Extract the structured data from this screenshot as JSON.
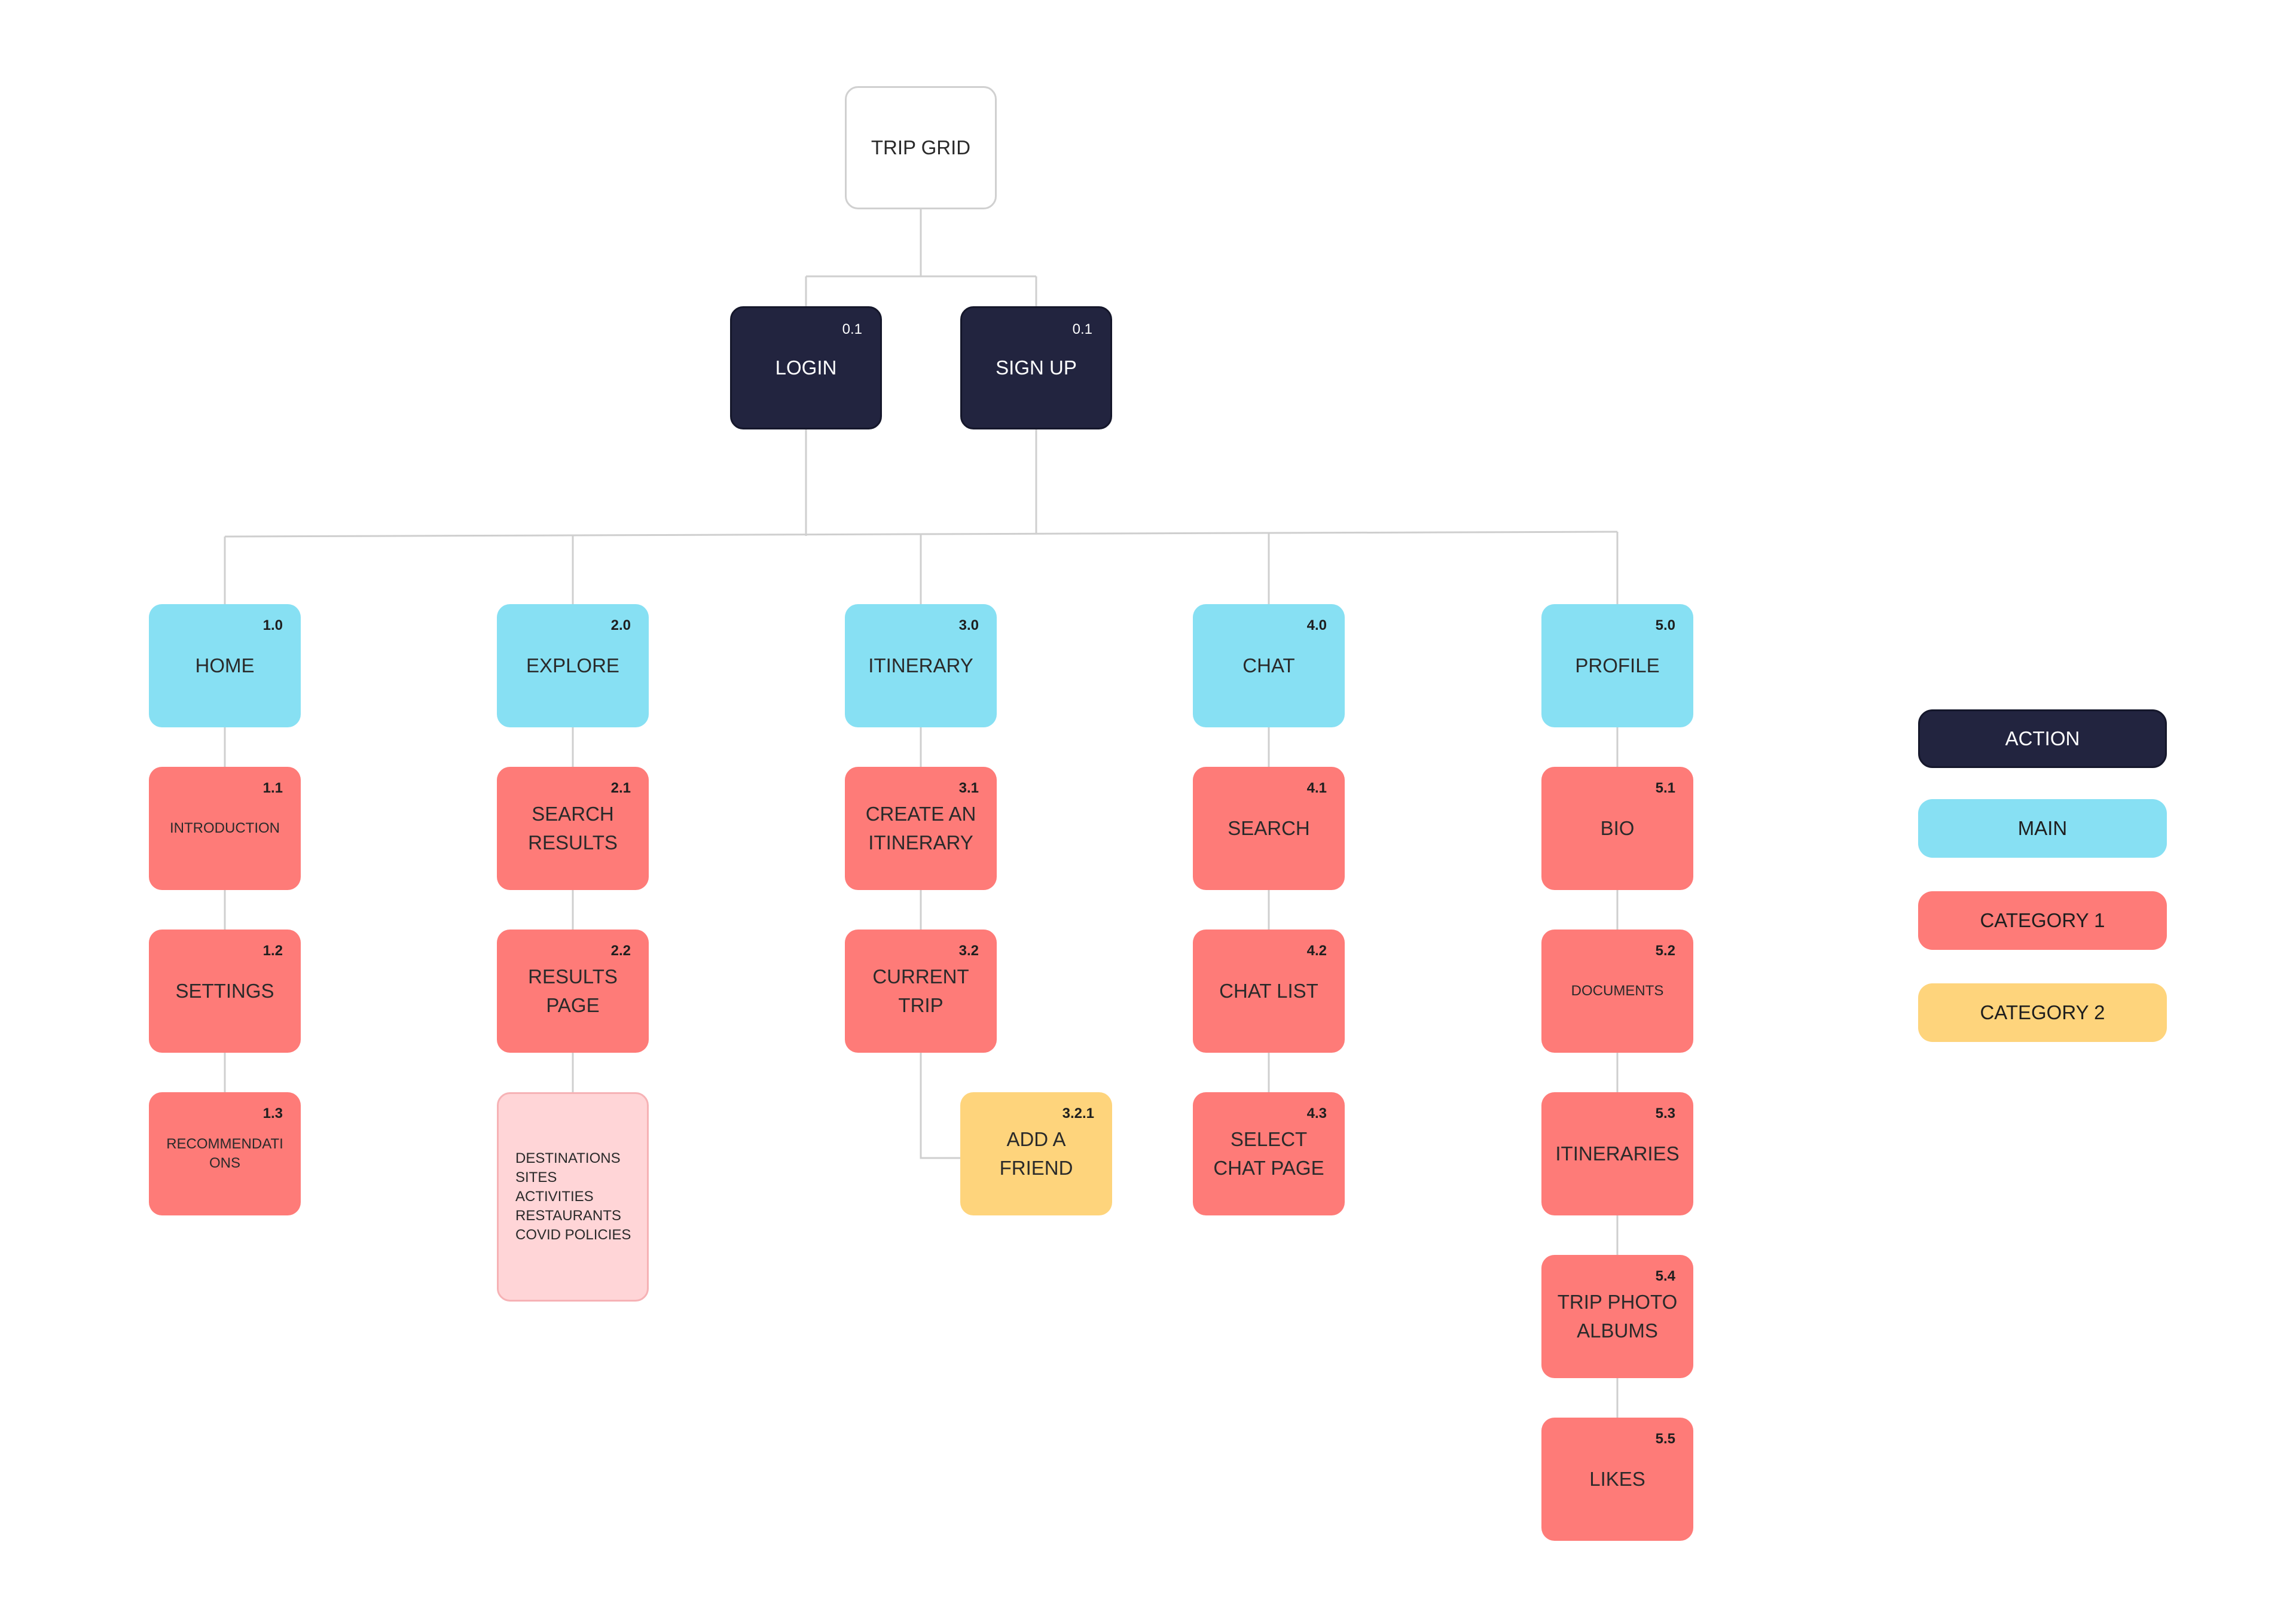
{
  "nodes": {
    "root": {
      "label": "TRIP GRID"
    },
    "login": {
      "num": "0.1",
      "label": "LOGIN"
    },
    "signup": {
      "num": "0.1",
      "label": "SIGN UP"
    },
    "home": {
      "num": "1.0",
      "label": "HOME"
    },
    "explore": {
      "num": "2.0",
      "label": "EXPLORE"
    },
    "itinerary": {
      "num": "3.0",
      "label": "ITINERARY"
    },
    "chat": {
      "num": "4.0",
      "label": "CHAT"
    },
    "profile": {
      "num": "5.0",
      "label": "PROFILE"
    },
    "introduction": {
      "num": "1.1",
      "label": "INTRODUCTION"
    },
    "settings": {
      "num": "1.2",
      "label": "SETTINGS"
    },
    "recommendations": {
      "num": "1.3",
      "label": "RECOMMENDATI\nONS"
    },
    "search_results": {
      "num": "2.1",
      "label": "SEARCH\nRESULTS"
    },
    "results_page": {
      "num": "2.2",
      "label": "RESULTS\nPAGE"
    },
    "explore_list": {
      "label": "DESTINATIONS\nSITES\nACTIVITIES\nRESTAURANTS\nCOVID POLICIES"
    },
    "create_itinerary": {
      "num": "3.1",
      "label": "CREATE AN\nITINERARY"
    },
    "current_trip": {
      "num": "3.2",
      "label": "CURRENT\nTRIP"
    },
    "add_friend": {
      "num": "3.2.1",
      "label": "ADD A\nFRIEND"
    },
    "chat_search": {
      "num": "4.1",
      "label": "SEARCH"
    },
    "chat_list": {
      "num": "4.2",
      "label": "CHAT LIST"
    },
    "select_chat": {
      "num": "4.3",
      "label": "SELECT\nCHAT PAGE"
    },
    "bio": {
      "num": "5.1",
      "label": "BIO"
    },
    "documents": {
      "num": "5.2",
      "label": "DOCUMENTS"
    },
    "itineraries": {
      "num": "5.3",
      "label": "ITINERARIES"
    },
    "photo_albums": {
      "num": "5.4",
      "label": "TRIP PHOTO\nALBUMS"
    },
    "likes": {
      "num": "5.5",
      "label": "LIKES"
    }
  },
  "legend": {
    "action": "ACTION",
    "main": "MAIN",
    "category1": "CATEGORY 1",
    "category2": "CATEGORY 2"
  },
  "colors": {
    "action": "#22243f",
    "main": "#87e0f3",
    "category1": "#fe7b78",
    "category2": "#fed47c",
    "list": "#ffd5d7",
    "connector": "#cfcfcf"
  }
}
